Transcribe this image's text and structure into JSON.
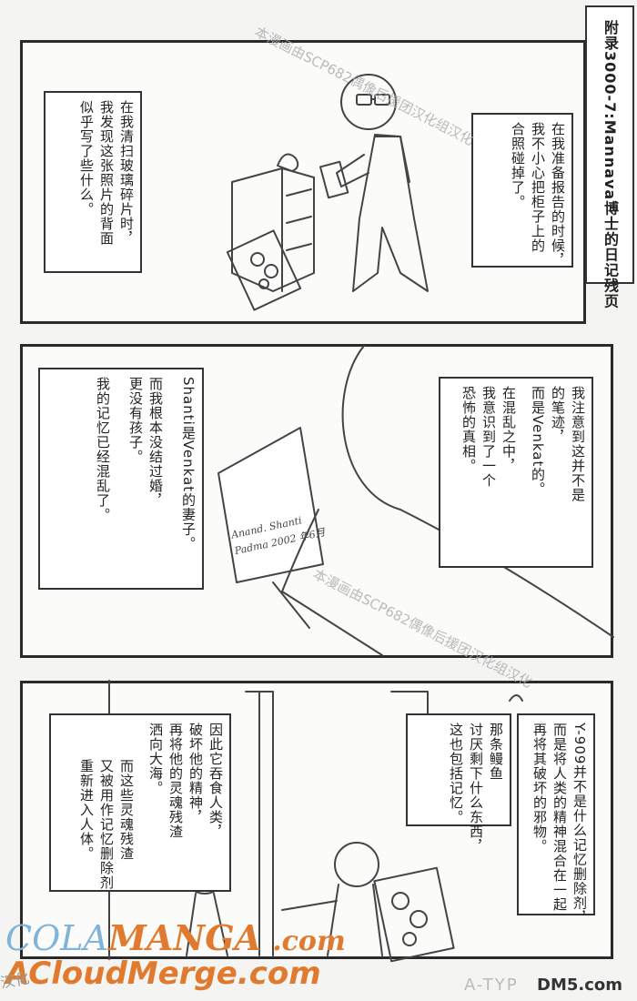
{
  "title": "附录3000-7:Mannava博士的日记残页",
  "watermark": "本漫画由SCP682偶像后援团汉化组汉化",
  "panel1": {
    "caption_right": [
      "在我准备报告的时候，",
      "我不小心把柜子上的",
      "合照碰掉了。"
    ],
    "caption_left": [
      "在我清扫玻璃碎片时，",
      "我发现这张照片的背面",
      "似乎写了些什么。"
    ]
  },
  "panel2": {
    "caption_right": [
      "我注意到这并不是",
      "的笔迹，",
      "而是Venkat的。",
      "在混乱之中，",
      "我意识到了一个",
      "恐怖的真相。"
    ],
    "caption_left": [
      "Shanti是Venkat的妻子。",
      "而我根本没结过婚，",
      "更没有孩子。",
      "我的记忆已经混乱了。"
    ],
    "photo_back": [
      "Anand. Shanti",
      "Padma 2002 年6月"
    ]
  },
  "panel3": {
    "caption_right": [
      "Y-909并不是什么记忆删除剂，",
      "而是将人类的精神混合在一起",
      "再将其破坏的邪物。"
    ],
    "caption_mid": [
      "那条鳗鱼",
      "讨厌剩下什么东西，",
      "这也包括记忆。"
    ],
    "caption_left": [
      "因此它吞食人类，",
      "破坏他的精神，",
      "再将他的灵魂残渣",
      "洒向大海。",
      "而这些灵魂残渣",
      "又被用作记忆删除剂",
      "重新进入人体。"
    ]
  },
  "credits": {
    "cola_1": "COLA",
    "cola_2": "MANGA",
    "cola_3": ".com",
    "acloud": "ACloudMerge.com",
    "atype": "A-TYP",
    "dm5": "DM5.com",
    "corner": "汉化"
  }
}
